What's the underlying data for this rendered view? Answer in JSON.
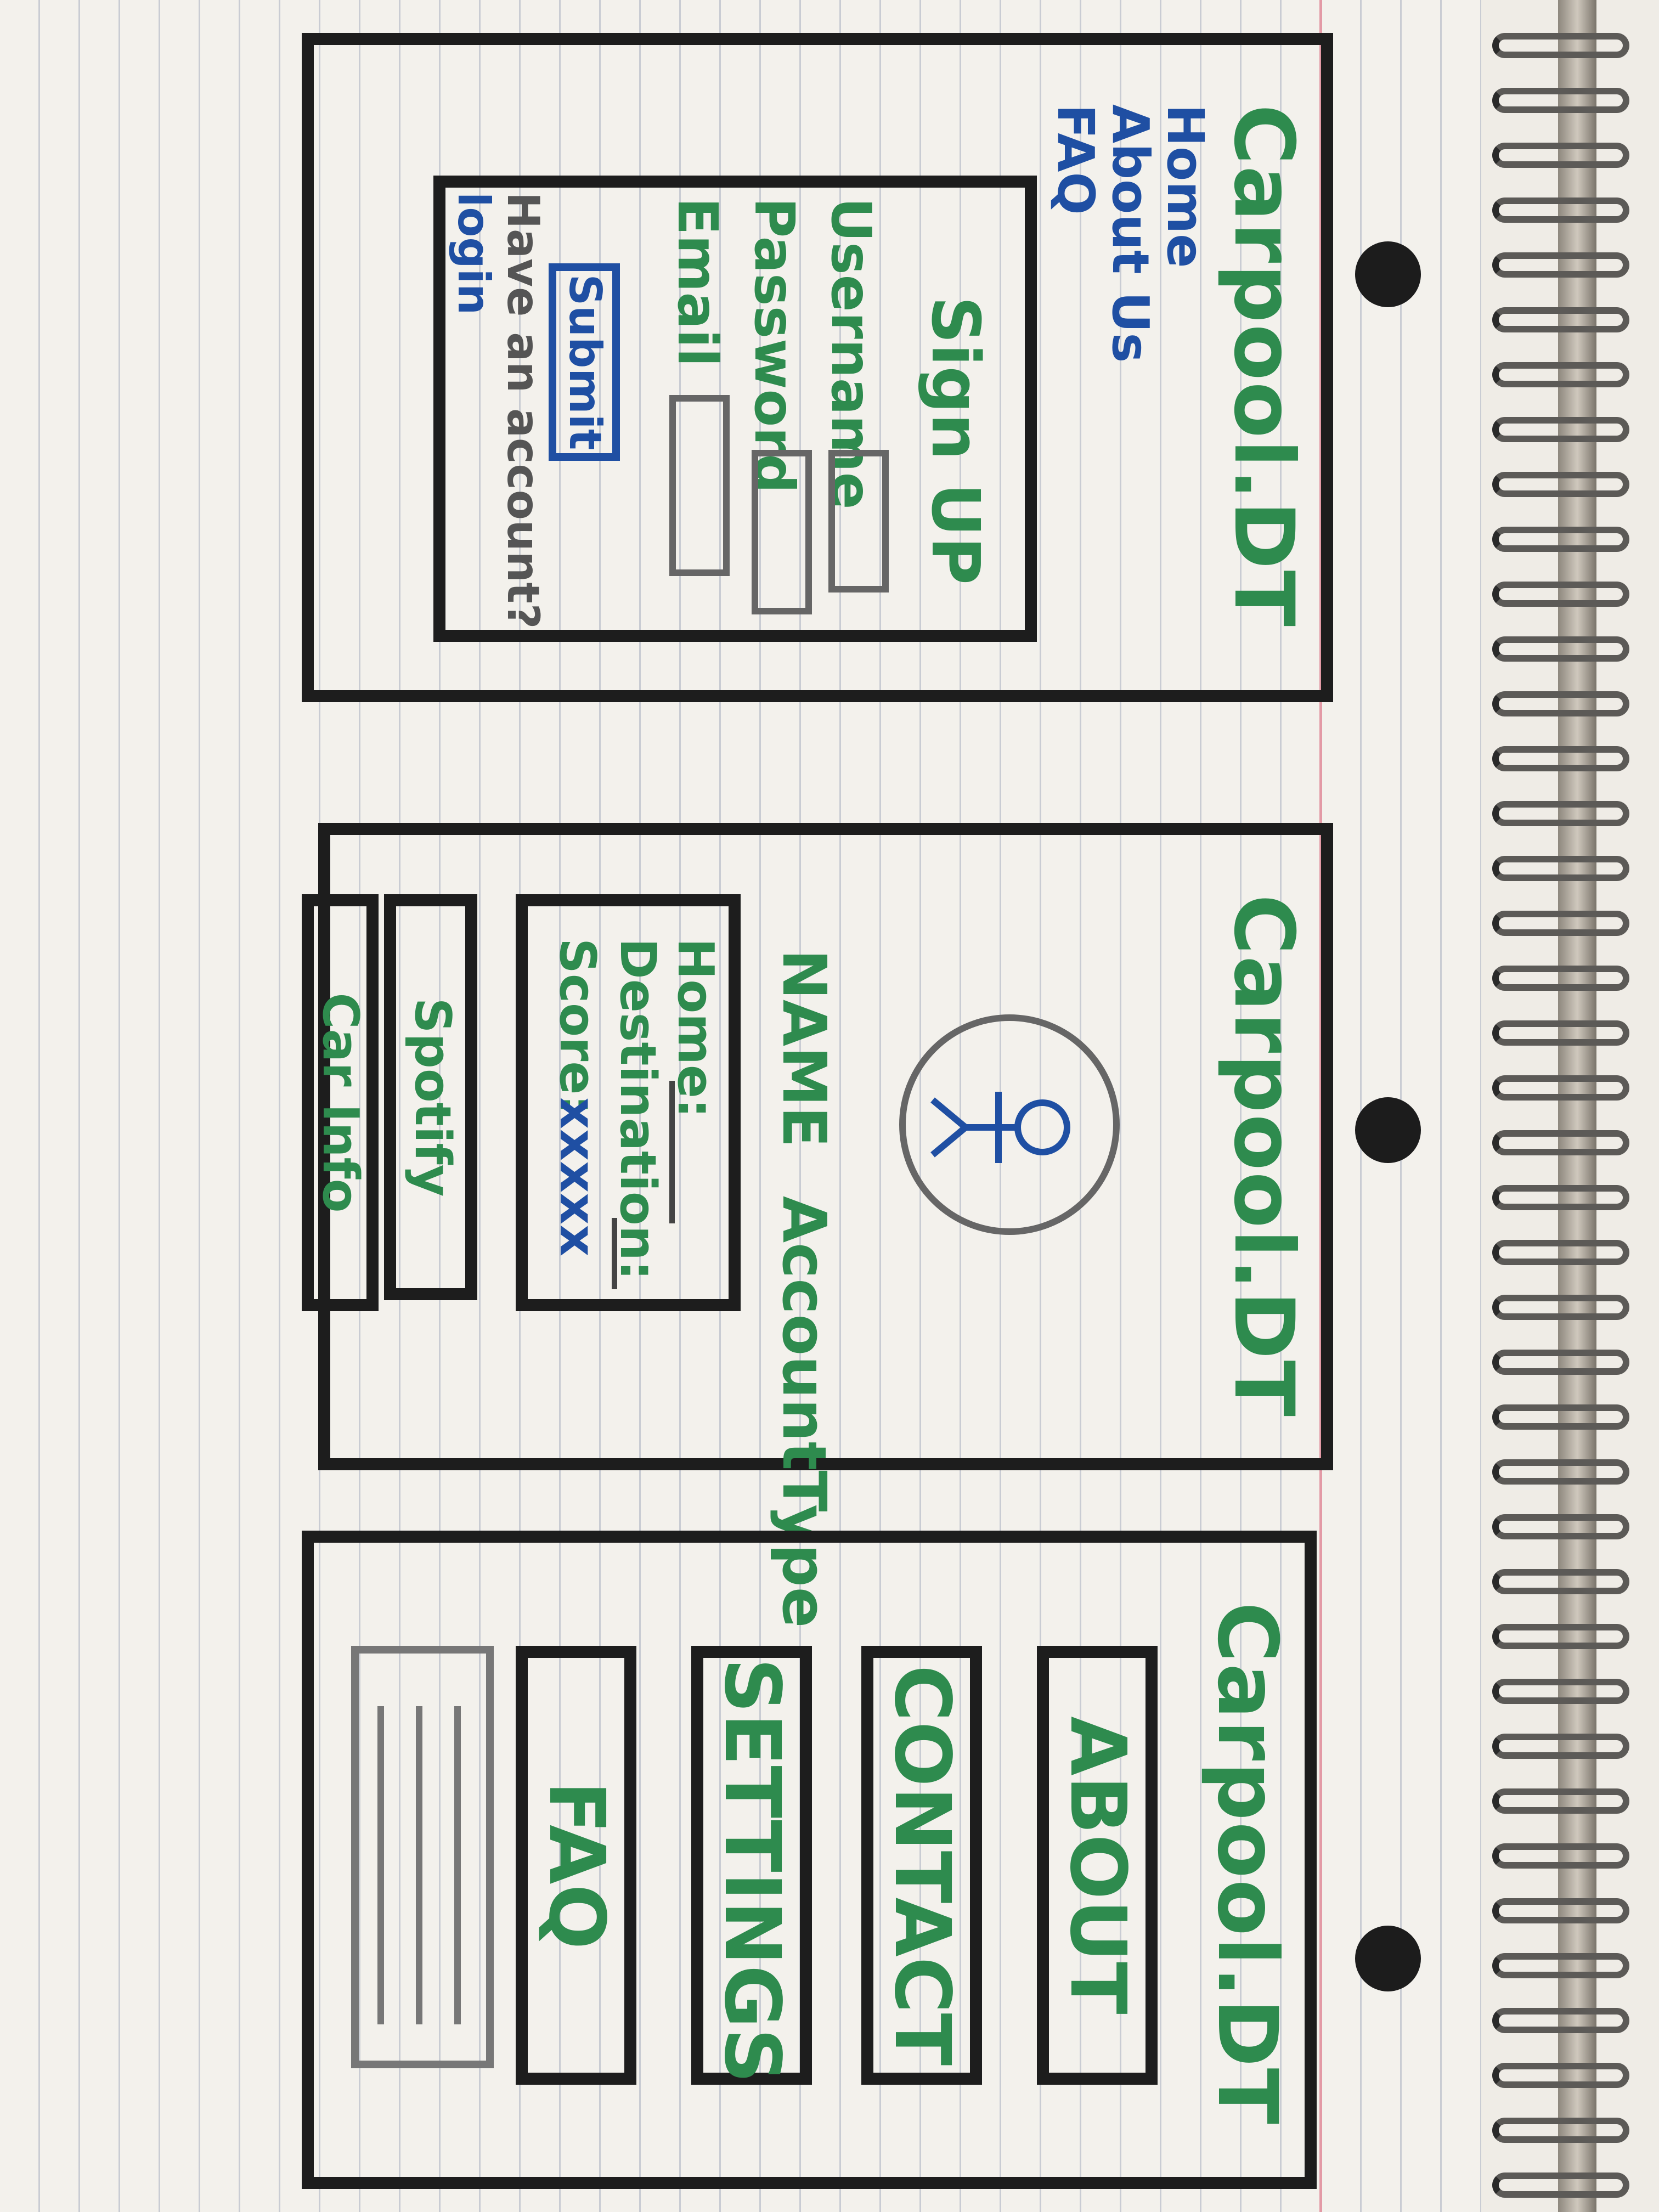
{
  "signup_sketch": {
    "brand": "Carpool.DT",
    "nav": [
      "Home",
      "About Us",
      "FAQ"
    ],
    "form_title": "Sign UP",
    "fields": [
      "Username",
      "Password",
      "Email"
    ],
    "submit_label": "Submit",
    "login_prompt": "Have an account?",
    "login_link": "login"
  },
  "profile_sketch": {
    "brand": "Carpool.DT",
    "name_label": "NAME",
    "account_type_label": "AccountType",
    "details": [
      "Home:",
      "Destination:",
      "Score:"
    ],
    "score_value": "xxxxx",
    "spotify_label": "Spotify",
    "car_info_label": "Car Info"
  },
  "menu_sketch": {
    "brand": "Carpool.DT",
    "buttons": [
      "ABOUT",
      "CONTACT",
      "SETTINGS",
      "FAQ"
    ]
  },
  "colors": {
    "ink_green": "#2e8b4e",
    "ink_blue": "#1f4fa3",
    "ink_black": "#1d1d1d",
    "pencil_gray": "#555555",
    "paper": "#f3f1ec"
  }
}
